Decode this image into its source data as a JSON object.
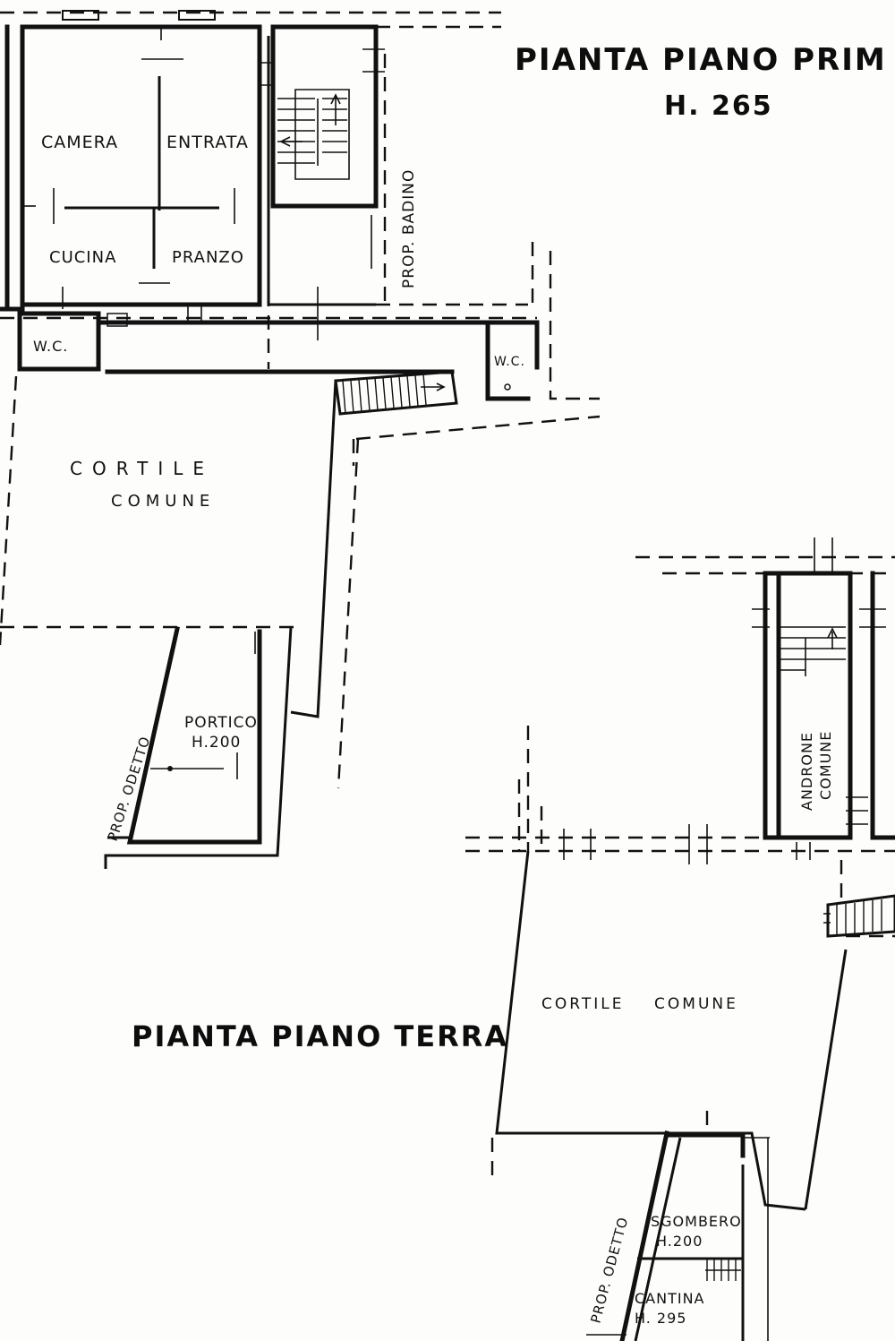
{
  "titles": {
    "first_floor": "PIANTA PIANO PRIM",
    "first_floor_height": "H. 265",
    "ground_floor": "PIANTA PIANO TERRA"
  },
  "first_floor_rooms": {
    "camera": "CAMERA",
    "entrata": "ENTRATA",
    "cucina": "CUCINA",
    "pranzo": "PRANZO",
    "wc_left": "W.C.",
    "wc_right": "W.C."
  },
  "neighbours": {
    "prop_badino": "PROP. BADINO",
    "prop_odetto_upper": "PROP. ODETTO",
    "prop_odetto_lower": "PROP. ODETTO"
  },
  "courtyards": {
    "upper_line1": "CORTILE",
    "upper_line2": "COMUNE",
    "lower": "CORTILE    COMUNE"
  },
  "ground_floor_rooms": {
    "portico": "PORTICO",
    "portico_height": "H.200",
    "androne_line1": "ANDRONE",
    "androne_line2": "COMUNE",
    "sgombero": "SGOMBERO",
    "sgombero_height": "H.200",
    "cantina": "CANTINA",
    "cantina_height": "H. 295"
  },
  "colors": {
    "ink": "#111111",
    "paper": "#fdfdfb"
  }
}
